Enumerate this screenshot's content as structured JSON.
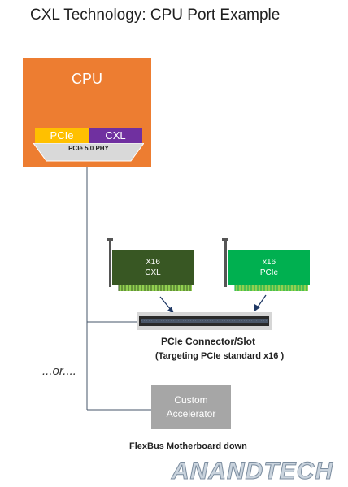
{
  "title": "CXL Technology: CPU Port Example",
  "cpu": {
    "label": "CPU",
    "pcie_label": "PCIe",
    "cxl_label": "CXL",
    "phy_label": "PCIe 5.0 PHY",
    "color": "#ed7d31",
    "pcie_color": "#ffc000",
    "cxl_color": "#7030a0"
  },
  "cards": [
    {
      "line1": "X16",
      "line2": "CXL",
      "color": "#385723"
    },
    {
      "line1": "x16",
      "line2": "PCIe",
      "color": "#00b050"
    }
  ],
  "slot": {
    "label": "PCIe Connector/Slot",
    "sublabel": "(Targeting PCIe standard x16 )"
  },
  "or_label": "...or....",
  "custom_accelerator": {
    "line1": "Custom",
    "line2": "Accelerator",
    "color": "#a6a6a6"
  },
  "footer_label": "FlexBus Motherboard down",
  "watermark": "ANANDTECH"
}
